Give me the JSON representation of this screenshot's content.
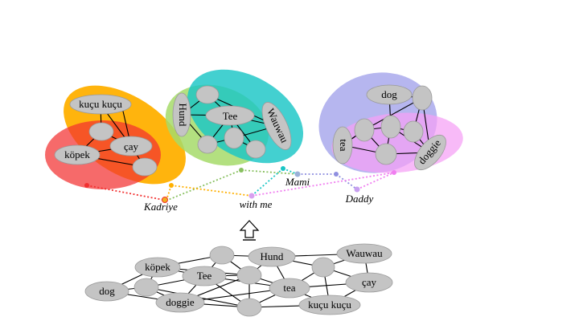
{
  "figure": {
    "speakers": {
      "kadriye": "Kadriye",
      "with_me": "with me",
      "mami": "Mami",
      "daddy": "Daddy"
    },
    "cluster_colors": {
      "red": "#f23030",
      "orange": "#ffb000",
      "green": "#a6da6a",
      "teal": "#1ac6c6",
      "lavender": "#a9a9ec",
      "pink": "#f5a0f5"
    },
    "top_words": {
      "kucu_kucu": "kuçu kuçu",
      "cay": "çay",
      "kopek": "köpek",
      "hund": "Hund",
      "tee": "Tee",
      "wauwau": "Wauwau",
      "dog": "dog",
      "tea": "tea",
      "doggie": "doggie"
    },
    "bottom_words": {
      "kopek": "köpek",
      "hund": "Hund",
      "wauwau": "Wauwau",
      "dog": "dog",
      "tee": "Tee",
      "tea": "tea",
      "cay": "çay",
      "doggie": "doggie",
      "kucu_kucu": "kuçu kuçu"
    },
    "arrow_icon": "up-arrow-icon"
  }
}
